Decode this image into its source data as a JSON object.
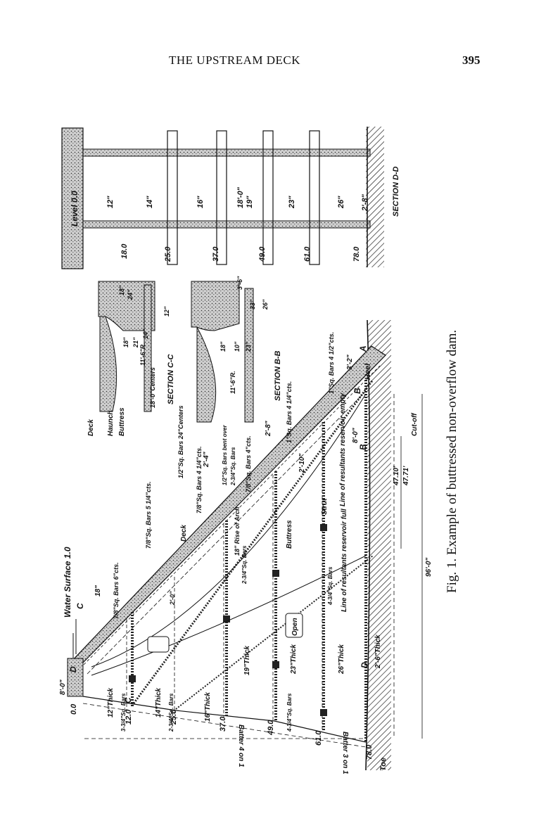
{
  "header": {
    "running_title": "THE UPSTREAM DECK",
    "page_number": "395"
  },
  "caption": "Fig. 1.  Example of buttressed non-overflow dam.",
  "section_dd": {
    "title": "SECTION D-D",
    "level": "Level 0.0",
    "elevations": [
      "18.0",
      "25.0",
      "37.0",
      "49.0",
      "61.0",
      "78.0"
    ],
    "thicknesses": [
      "12\"",
      "14\"",
      "16\"",
      "18'-0\"",
      "19\"",
      "23\"",
      "26\"",
      "2'-8\""
    ]
  },
  "section_cc": {
    "title": "SECTION C-C",
    "labels": [
      "Deck",
      "Haunch",
      "Buttress",
      "18'-0\"Centers",
      "11'-6\"R.",
      "18\"",
      "21\"",
      "14\"",
      "24\"",
      "12\"",
      "18\"",
      "1/2\"Sq. Bars 24\"Centers"
    ]
  },
  "section_bb": {
    "title": "SECTION B-B",
    "labels": [
      "3'-6\"",
      "33\"",
      "26\"",
      "18\"",
      "10\"",
      "23\"",
      "11'-6\"R.",
      "1/2\"Sq. Bars bent over",
      "2-3/4\"Sq. Bars"
    ]
  },
  "main_section": {
    "elevations": [
      "0.0",
      "12.0",
      "25.0",
      "37.0",
      "49.0",
      "61.0",
      "78.0"
    ],
    "water_surface": "Water Surface 1.0",
    "section_marks": [
      "C",
      "C",
      "D",
      "D",
      "B",
      "B",
      "A"
    ],
    "thickness_labels": [
      "12\"Thick",
      "14\"Thick",
      "16\"Thick",
      "19\"Thick",
      "23\"Thick",
      "26\"Thick",
      "2'-6\"Thick",
      "18\""
    ],
    "dimensions": [
      "8'-0\"",
      "2'-0\"",
      "2'-4\"",
      "2'-8\"",
      "2'-10\"",
      "3'-2\"",
      "8'-0\"",
      "96'-0\"",
      "47.10'",
      "47.71'",
      "Cut-off"
    ],
    "bar_labels": [
      "7/8\"Sq. Bars 6\"cts.",
      "7/8\"Sq. Bars 5 1/4\"cts.",
      "7/8\"Sq. Bars 4 1/4\"cts.",
      "7/8\"Sq. Bars 4\"cts.",
      "1\"Sq. Bars 4 1/4\"cts.",
      "1\"Sq. Bars 4 1/2\"cts.",
      "3-3/4\"Sq. Bars",
      "2-3/4\"Sq. Bars",
      "4-3/4\"Sq. Bars",
      "2-3/4\"Sq. Bars",
      "4-3/4\"Sq. Bars"
    ],
    "notes": [
      "Deck",
      "Buttress",
      "Strut",
      "Open",
      "Heel",
      "Toe",
      "Batter 4 on 1",
      "Batter 3 on 1",
      "Line of resultants reservoir full",
      "Line of resultants reservoir empty",
      "18\" Rise of Arch"
    ]
  }
}
